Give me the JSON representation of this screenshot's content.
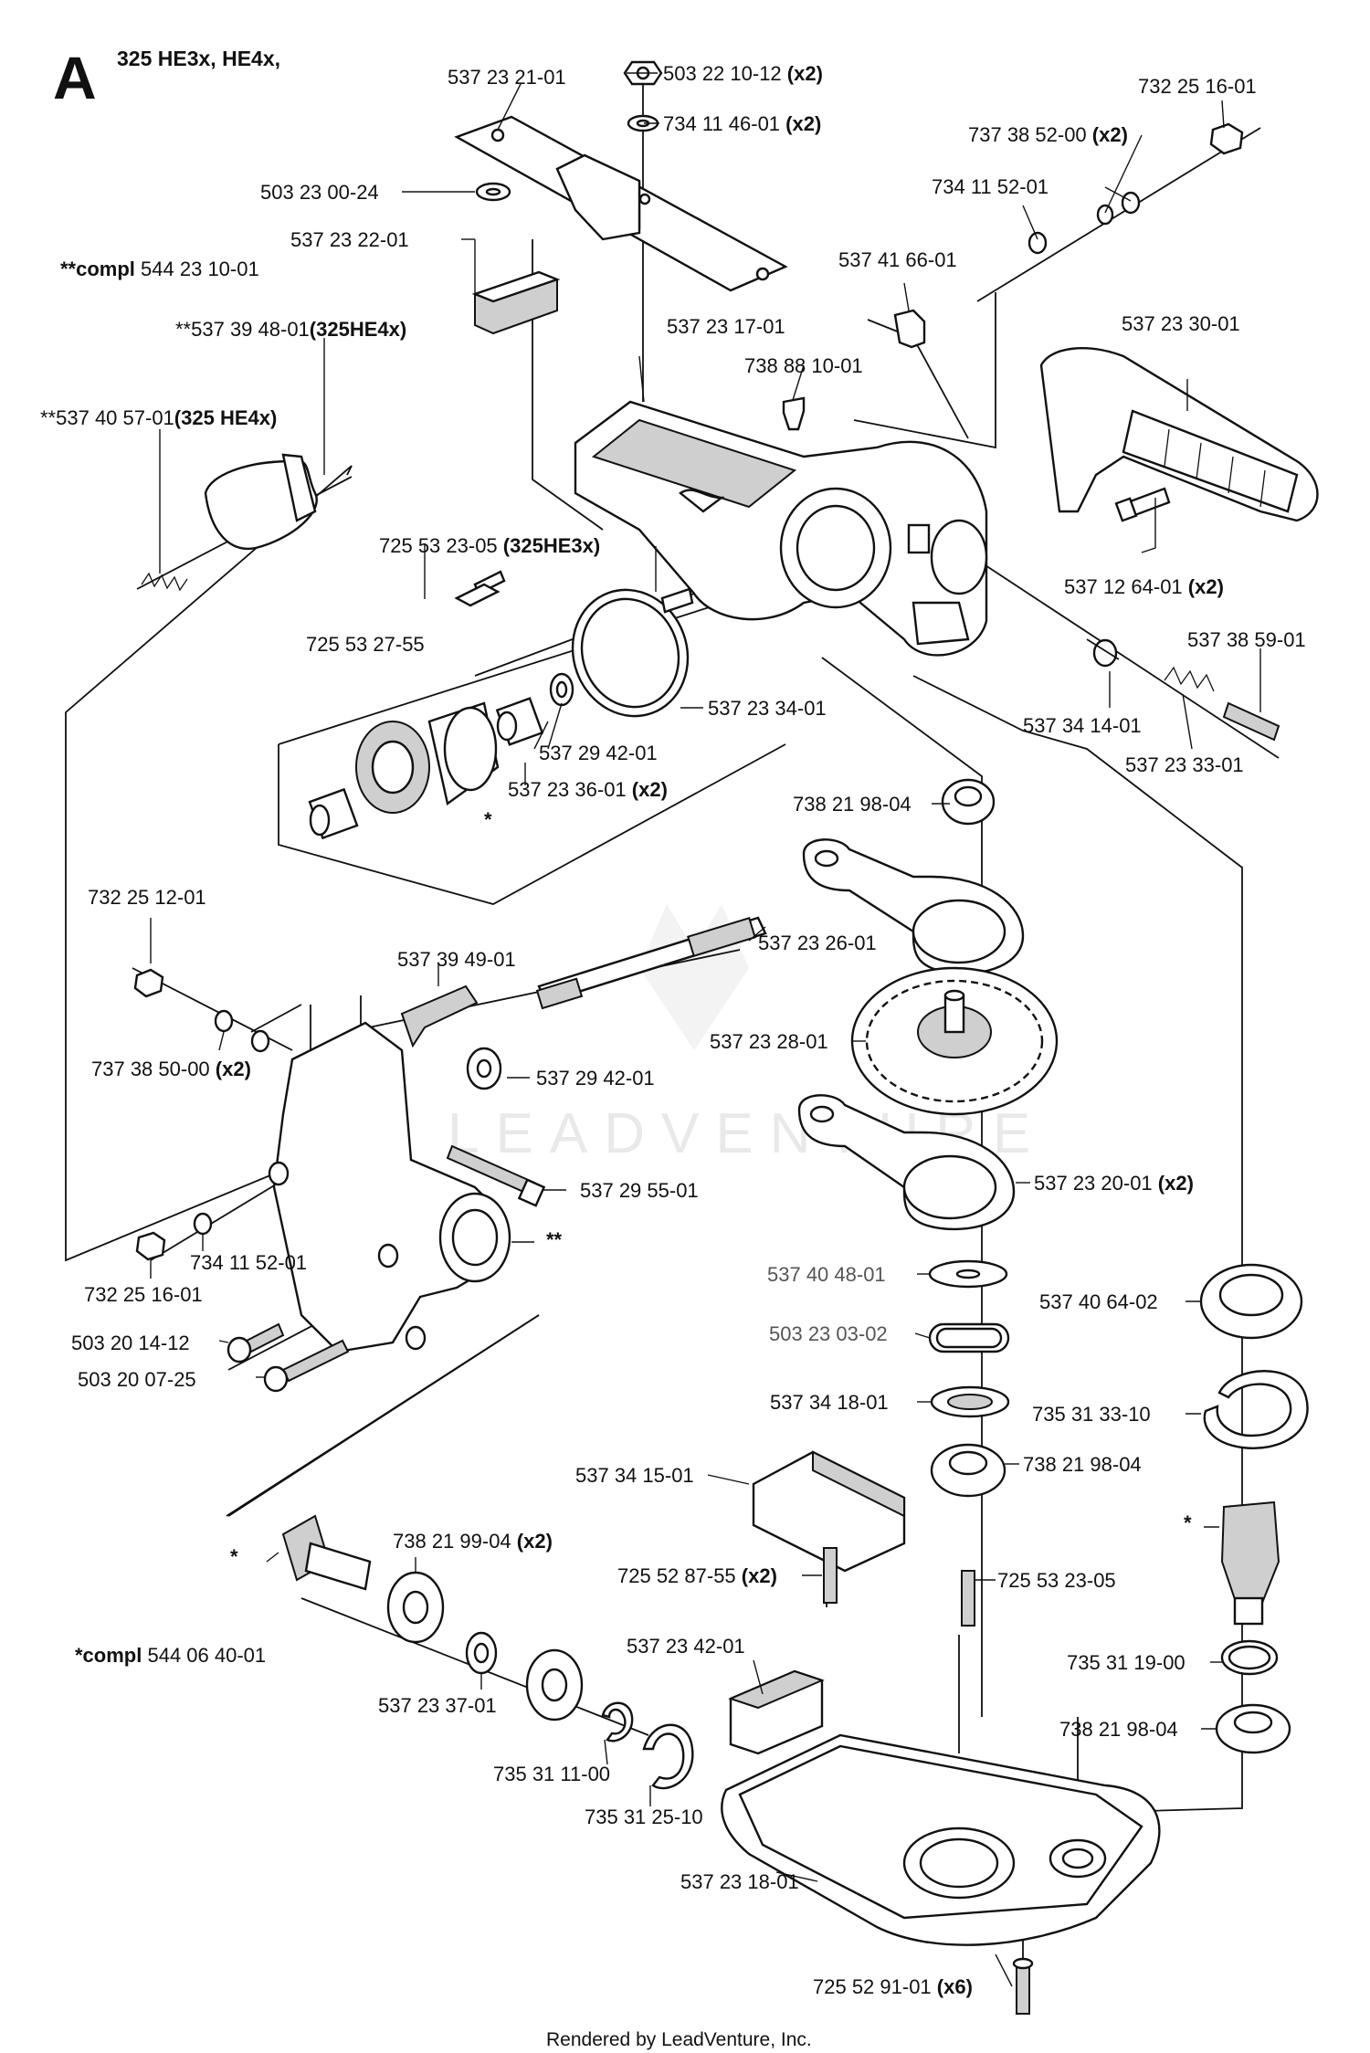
{
  "section_letter": "A",
  "heading": "325 HE3x, HE4x,",
  "watermark": "LEADVENTURE",
  "footer": "Rendered by LeadVenture, Inc.",
  "notes": [
    {
      "prefix": "**compl",
      "number": "544 23 10-01"
    },
    {
      "prefix": "*compl",
      "number": "544 06 40-01"
    }
  ],
  "star_marks": [
    "*",
    "**"
  ],
  "callouts": [
    {
      "number": "537 23 21-01",
      "suffix": ""
    },
    {
      "number": "503 22 10-12",
      "suffix": "(x2)"
    },
    {
      "number": "734 11 46-01",
      "suffix": "(x2)"
    },
    {
      "number": "732 25 16-01",
      "suffix": ""
    },
    {
      "number": "737 38 52-00",
      "suffix": "(x2)"
    },
    {
      "number": "503 23 00-24",
      "suffix": ""
    },
    {
      "number": "734 11 52-01",
      "suffix": ""
    },
    {
      "number": "537 23 22-01",
      "suffix": ""
    },
    {
      "number": "537 41 66-01",
      "suffix": ""
    },
    {
      "number": "**537 39 48-01",
      "suffix": "(325HE4x)"
    },
    {
      "number": "537 23 17-01",
      "suffix": ""
    },
    {
      "number": "537 23 30-01",
      "suffix": ""
    },
    {
      "number": "738 88 10-01",
      "suffix": ""
    },
    {
      "number": "**537 40 57-01",
      "suffix": "(325 HE4x)"
    },
    {
      "number": "725 53 23-05",
      "suffix": "(325HE3x)"
    },
    {
      "number": "537 12 64-01",
      "suffix": "(x2)"
    },
    {
      "number": "725 53 27-55",
      "suffix": ""
    },
    {
      "number": "537 38 59-01",
      "suffix": ""
    },
    {
      "number": "537 23 34-01",
      "suffix": ""
    },
    {
      "number": "537 34 14-01",
      "suffix": ""
    },
    {
      "number": "537 29 42-01",
      "suffix": ""
    },
    {
      "number": "537 23 33-01",
      "suffix": ""
    },
    {
      "number": "537 23 36-01",
      "suffix": "(x2)"
    },
    {
      "number": "738 21 98-04",
      "suffix": ""
    },
    {
      "number": "732 25 12-01",
      "suffix": ""
    },
    {
      "number": "537 23 26-01",
      "suffix": ""
    },
    {
      "number": "537 39 49-01",
      "suffix": ""
    },
    {
      "number": "537 23 28-01",
      "suffix": ""
    },
    {
      "number": "737 38 50-00",
      "suffix": "(x2)"
    },
    {
      "number": "537 29 42-01",
      "suffix": ""
    },
    {
      "number": "537 29 55-01",
      "suffix": ""
    },
    {
      "number": "537 23 20-01",
      "suffix": "(x2)"
    },
    {
      "number": "734 11 52-01",
      "suffix": ""
    },
    {
      "number": "732 25 16-01",
      "suffix": ""
    },
    {
      "number": "537 40 48-01",
      "suffix": ""
    },
    {
      "number": "537 40 64-02",
      "suffix": ""
    },
    {
      "number": "503 20 14-12",
      "suffix": ""
    },
    {
      "number": "503 23 03-02",
      "suffix": ""
    },
    {
      "number": "503 20 07-25",
      "suffix": ""
    },
    {
      "number": "537 34 18-01",
      "suffix": ""
    },
    {
      "number": "735 31 33-10",
      "suffix": ""
    },
    {
      "number": "537 34 15-01",
      "suffix": ""
    },
    {
      "number": "738 21 98-04",
      "suffix": ""
    },
    {
      "number": "738 21 99-04",
      "suffix": "(x2)"
    },
    {
      "number": "725 52 87-55",
      "suffix": "(x2)"
    },
    {
      "number": "725 53 23-05",
      "suffix": ""
    },
    {
      "number": "537 23 42-01",
      "suffix": ""
    },
    {
      "number": "735 31 19-00",
      "suffix": ""
    },
    {
      "number": "537 23 37-01",
      "suffix": ""
    },
    {
      "number": "738 21 98-04",
      "suffix": ""
    },
    {
      "number": "735 31 11-00",
      "suffix": ""
    },
    {
      "number": "735 31 25-10",
      "suffix": ""
    },
    {
      "number": "537 23 18-01",
      "suffix": ""
    },
    {
      "number": "725 52 91-01",
      "suffix": "(x6)"
    }
  ]
}
